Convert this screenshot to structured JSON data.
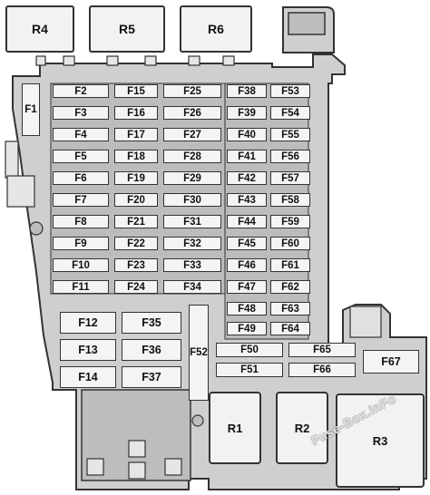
{
  "relays_top": [
    {
      "id": "R4",
      "label": "R4"
    },
    {
      "id": "R5",
      "label": "R5"
    },
    {
      "id": "R6",
      "label": "R6"
    }
  ],
  "relays_bottom": [
    {
      "id": "R1",
      "label": "R1"
    },
    {
      "id": "R2",
      "label": "R2"
    },
    {
      "id": "R3",
      "label": "R3"
    }
  ],
  "fuse_columns": {
    "col1": [
      "F2",
      "F3",
      "F4",
      "F5",
      "F6",
      "F7",
      "F8",
      "F9",
      "F10",
      "F11"
    ],
    "col2": [
      "F15",
      "F16",
      "F17",
      "F18",
      "F19",
      "F20",
      "F21",
      "F22",
      "F23",
      "F24"
    ],
    "col3": [
      "F25",
      "F26",
      "F27",
      "F28",
      "F29",
      "F30",
      "F31",
      "F32",
      "F33",
      "F34"
    ],
    "col4": [
      "F38",
      "F39",
      "F40",
      "F41",
      "F42",
      "F43",
      "F44",
      "F45",
      "F46",
      "F47",
      "F48",
      "F49"
    ],
    "col5": [
      "F53",
      "F54",
      "F55",
      "F56",
      "F57",
      "F58",
      "F59",
      "F60",
      "F61",
      "F62",
      "F63",
      "F64"
    ]
  },
  "fuse_f1": "F1",
  "fuses_large_left": [
    "F12",
    "F13",
    "F14"
  ],
  "fuses_large_mid": [
    "F35",
    "F36",
    "F37"
  ],
  "fuse_f52": "F52",
  "fuses_wide_left": [
    "F50",
    "F51"
  ],
  "fuses_wide_right": [
    "F65",
    "F66"
  ],
  "fuse_f67": "F67",
  "watermark": "Fuse-Box.inFo",
  "colors": {
    "housing": "#d0d0d0",
    "outline": "#333333",
    "fuse_fill": "#f4f4f4"
  }
}
